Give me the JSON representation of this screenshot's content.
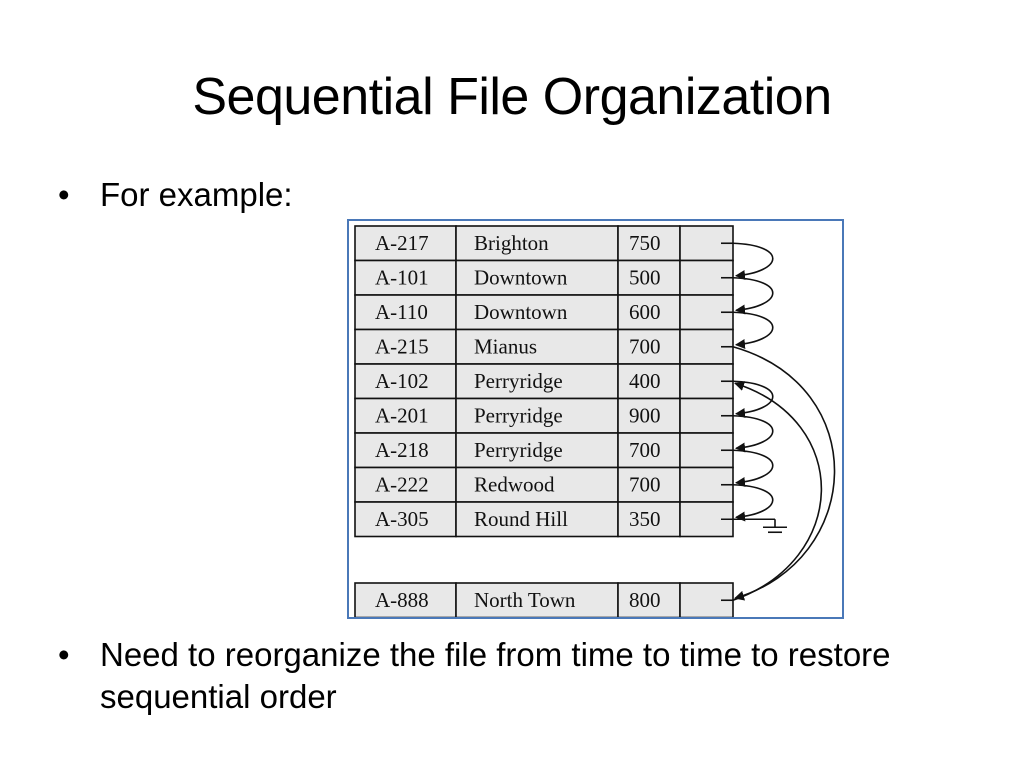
{
  "slide": {
    "title": "Sequential File Organization",
    "bullets": [
      {
        "text": "For example:"
      },
      {
        "text": "Need to reorganize the file from time to time to restore sequential order"
      }
    ],
    "bullet_glyph": "•"
  },
  "records": [
    {
      "account": "A-217",
      "branch": "Brighton",
      "balance": "750"
    },
    {
      "account": "A-101",
      "branch": "Downtown",
      "balance": "500"
    },
    {
      "account": "A-110",
      "branch": "Downtown",
      "balance": "600"
    },
    {
      "account": "A-215",
      "branch": "Mianus",
      "balance": "700"
    },
    {
      "account": "A-102",
      "branch": "Perryridge",
      "balance": "400"
    },
    {
      "account": "A-201",
      "branch": "Perryridge",
      "balance": "900"
    },
    {
      "account": "A-218",
      "branch": "Perryridge",
      "balance": "700"
    },
    {
      "account": "A-222",
      "branch": "Redwood",
      "balance": "700"
    },
    {
      "account": "A-305",
      "branch": "Round Hill",
      "balance": "350"
    }
  ],
  "overflow_record": {
    "account": "A-888",
    "branch": "North Town",
    "balance": "800"
  },
  "pointer_chain": {
    "sequential_links": [
      [
        0,
        1
      ],
      [
        1,
        2
      ],
      [
        2,
        3
      ],
      [
        4,
        5
      ],
      [
        5,
        6
      ],
      [
        6,
        7
      ],
      [
        7,
        8
      ]
    ],
    "reroute": {
      "from": 3,
      "via": "overflow",
      "to": 4
    },
    "null_terminator_after": 8
  },
  "colors": {
    "cell_fill": "#e8e8e8",
    "frame_border": "#4a78b8",
    "line": "#111111"
  }
}
